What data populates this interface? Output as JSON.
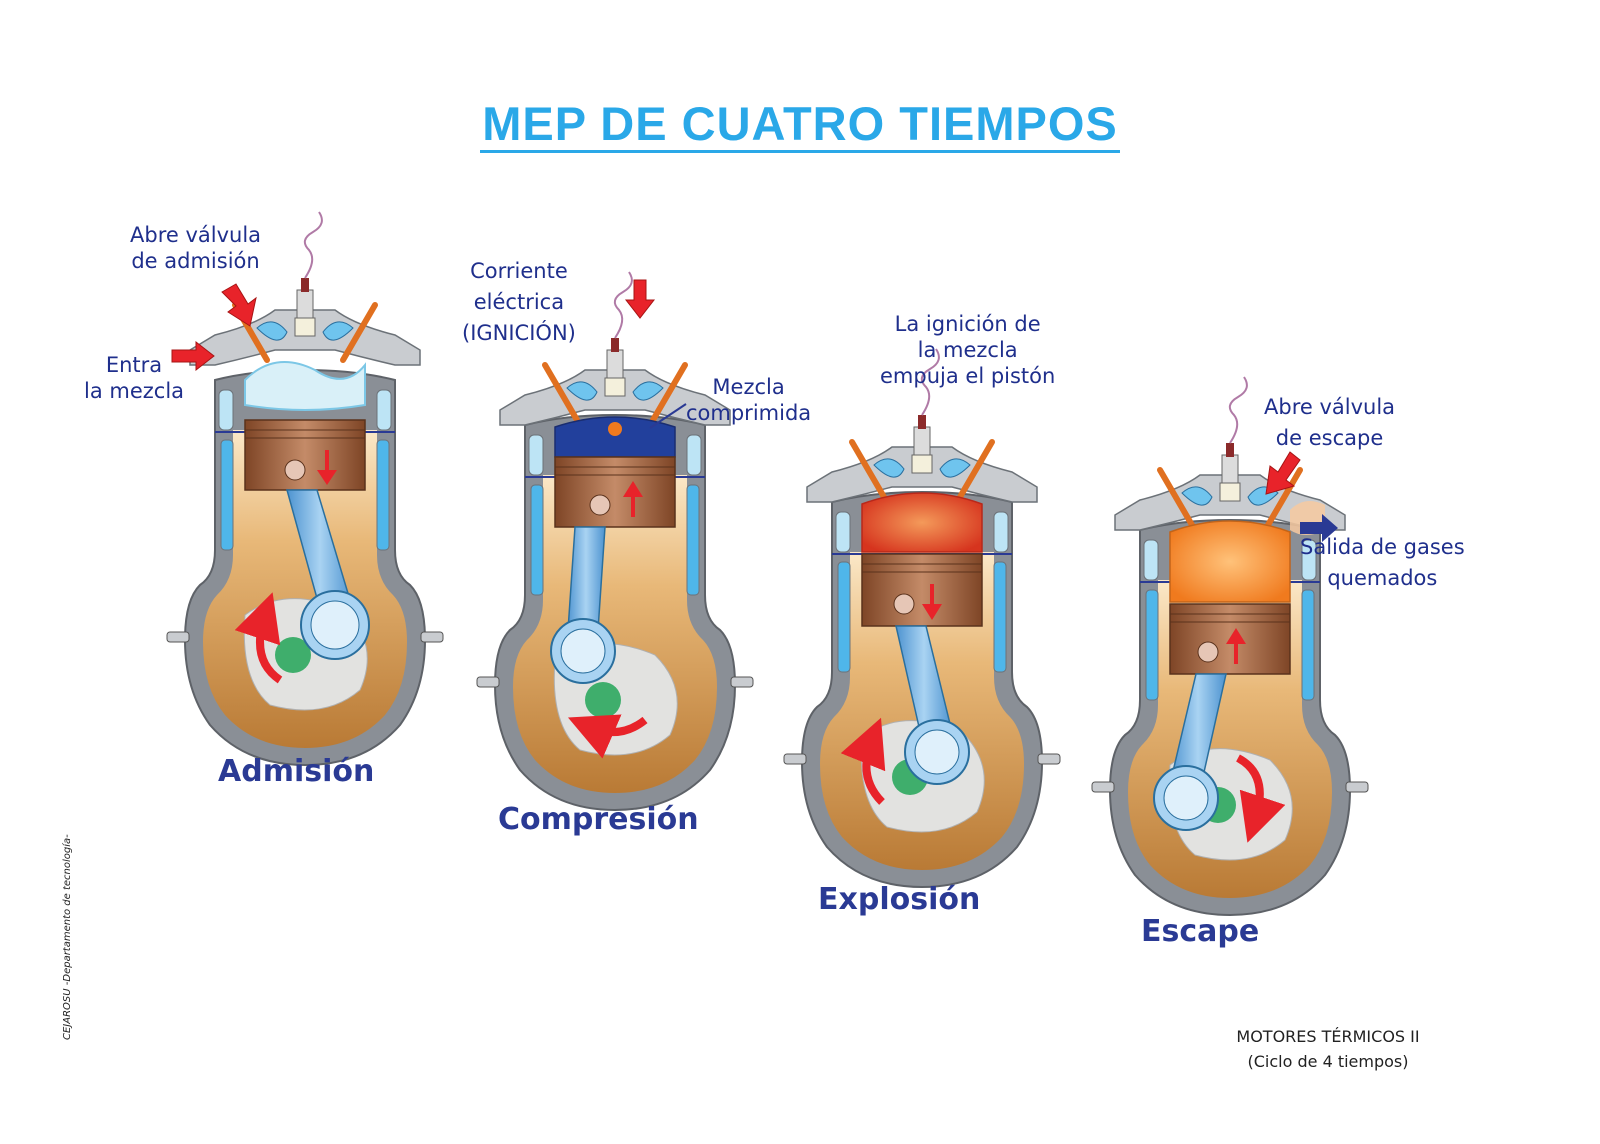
{
  "title": "MEP DE CUATRO TIEMPOS",
  "annotations": {
    "abre_admision": [
      "Abre válvula",
      "de admisión"
    ],
    "entra_mezcla": [
      "Entra",
      "la mezcla"
    ],
    "corriente": [
      "Corriente",
      "eléctrica",
      "(IGNICIÓN)"
    ],
    "mezcla_comprimida": [
      "Mezcla",
      "comprimida"
    ],
    "ignicion": [
      "La ignición de",
      "la mezcla",
      "empuja el pistón"
    ],
    "abre_escape": [
      "Abre válvula",
      "de escape"
    ],
    "salida_gases": [
      "Salida de gases",
      "quemados"
    ]
  },
  "stages": [
    "Admisión",
    "Compresión",
    "Explosión",
    "Escape"
  ],
  "footer": [
    "MOTORES TÉRMICOS II",
    "(Ciclo de 4 tiempos)"
  ],
  "credit": "CEJAROSU -Departamento de tecnología-",
  "colors": {
    "title": "#2aa8e8",
    "label_text": "#1f2f8c",
    "casing": "#8a8f96",
    "coolant": "#bde4f5",
    "crankcase": "#c78d45",
    "piston": "#9a5a38",
    "rod": "#6aa9dc",
    "arrow": "#e8232a",
    "exhaust_arrow": "#2a3a94",
    "burn": "#e84a24",
    "exhaust_gas": "#f58a2e",
    "compressed_mix": "#22409c"
  },
  "icons": [
    "intake-arrow-icon",
    "spark-arrow-icon",
    "exhaust-arrow-icon",
    "piston-down-arrow-icon",
    "piston-up-arrow-icon",
    "crank-rotation-arrow-icon"
  ]
}
